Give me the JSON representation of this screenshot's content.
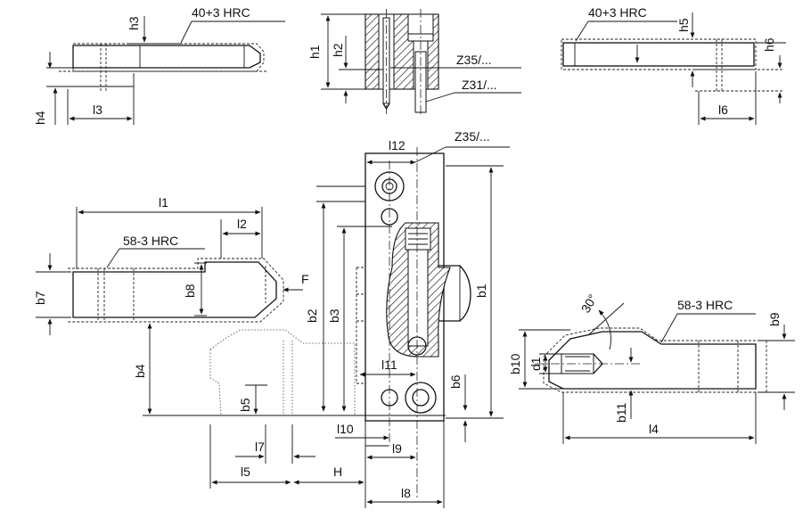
{
  "hardness": {
    "top_left": "40+3 HRC",
    "top_right": "40+3 HRC",
    "middle_left": "58-3 HRC",
    "right": "58-3 HRC"
  },
  "materials": {
    "top_a": "Z35/...",
    "top_b": "Z31/...",
    "center": "Z35/..."
  },
  "force": "F",
  "angle": "30°",
  "dims": {
    "h1": "h1",
    "h2": "h2",
    "h3": "h3",
    "h4": "h4",
    "h5": "h5",
    "h6": "h6",
    "l1": "l1",
    "l2": "l2",
    "l3": "l3",
    "l4": "l4",
    "l5": "l5",
    "l6": "l6",
    "l7": "l7",
    "l8": "l8",
    "l9": "l9",
    "l10": "l10",
    "l11": "l11",
    "l12": "l12",
    "H": "H",
    "b1": "b1",
    "b2": "b2",
    "b3": "b3",
    "b4": "b4",
    "b5": "b5",
    "b6": "b6",
    "b7": "b7",
    "b8": "b8",
    "b9": "b9",
    "b10": "b10",
    "b11": "b11",
    "d1": "d1"
  }
}
